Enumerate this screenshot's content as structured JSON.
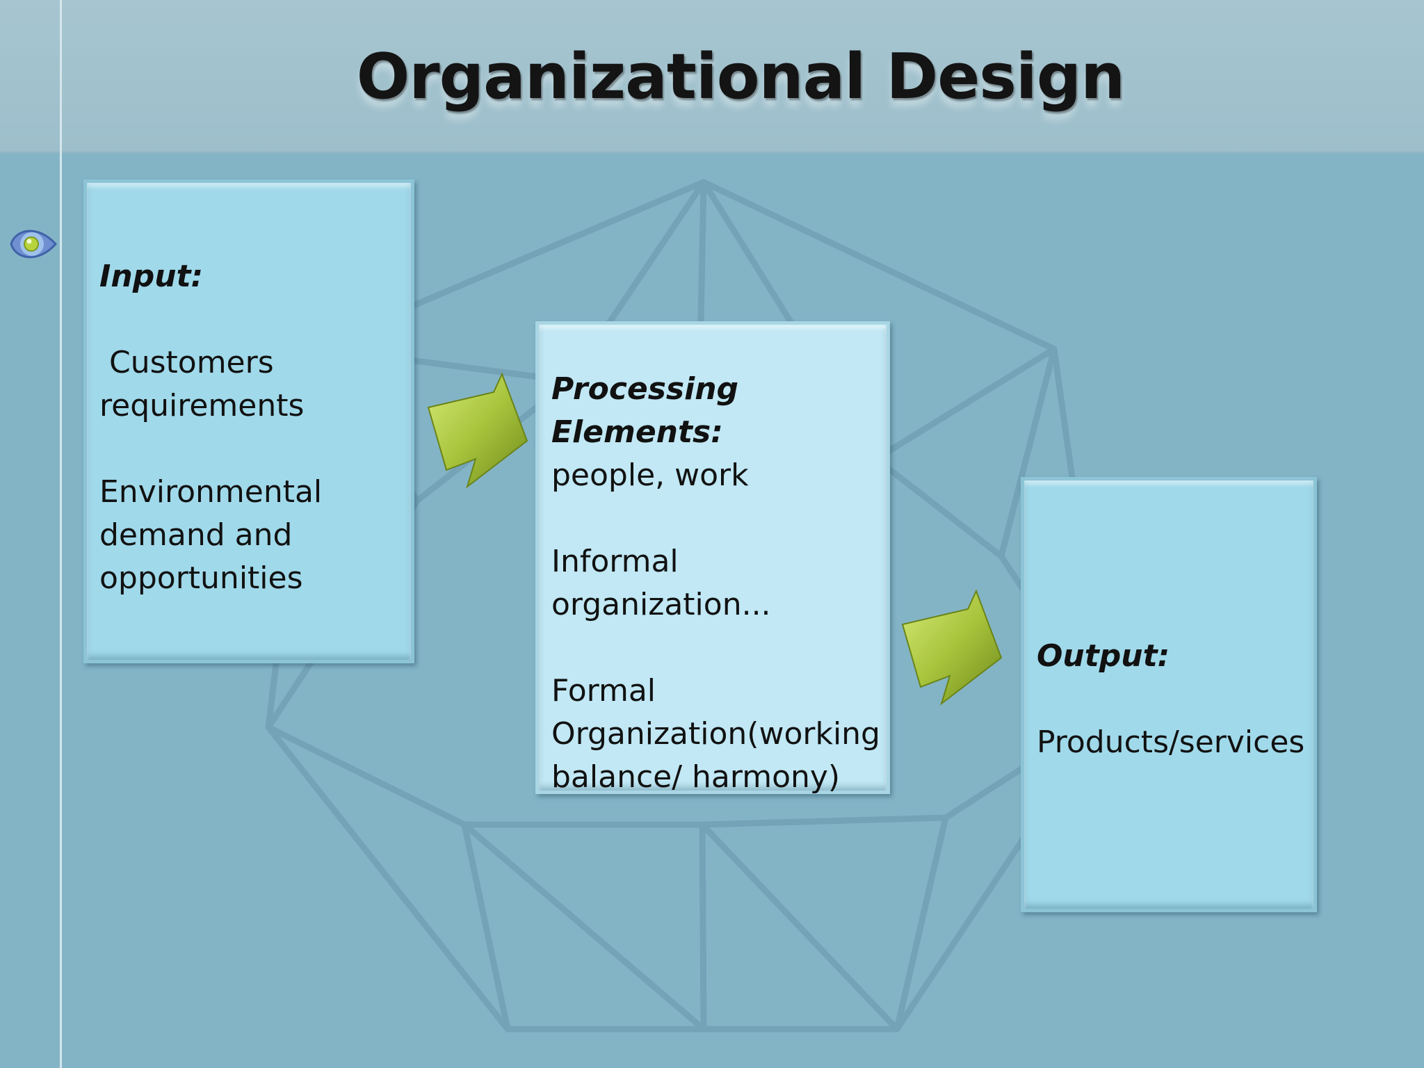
{
  "title": "Organizational Design",
  "colors": {
    "background": "#83b4c6",
    "title_band": "#a6c5d0",
    "box_fill": "#a0d9ea",
    "box_fill_center": "#c1e8f4",
    "arrow_fill": "#a8c43c"
  },
  "input_box": {
    "label": "Input:",
    "lines_1": [
      " Customers",
      "requirements"
    ],
    "lines_2": [
      "Environmental",
      "demand and",
      "opportunities"
    ]
  },
  "process_box": {
    "label": "Processing Elements:",
    "line_1": "people, work",
    "lines_2": [
      "Informal",
      "organization..."
    ],
    "lines_3": [
      "Formal",
      "Organization(working",
      "balance/ harmony)"
    ]
  },
  "output_box": {
    "label": "Output:",
    "line_1": "Products/services"
  },
  "icons": {
    "bullet": "eye-bullet-icon",
    "arrow": "right-arrow-icon"
  }
}
